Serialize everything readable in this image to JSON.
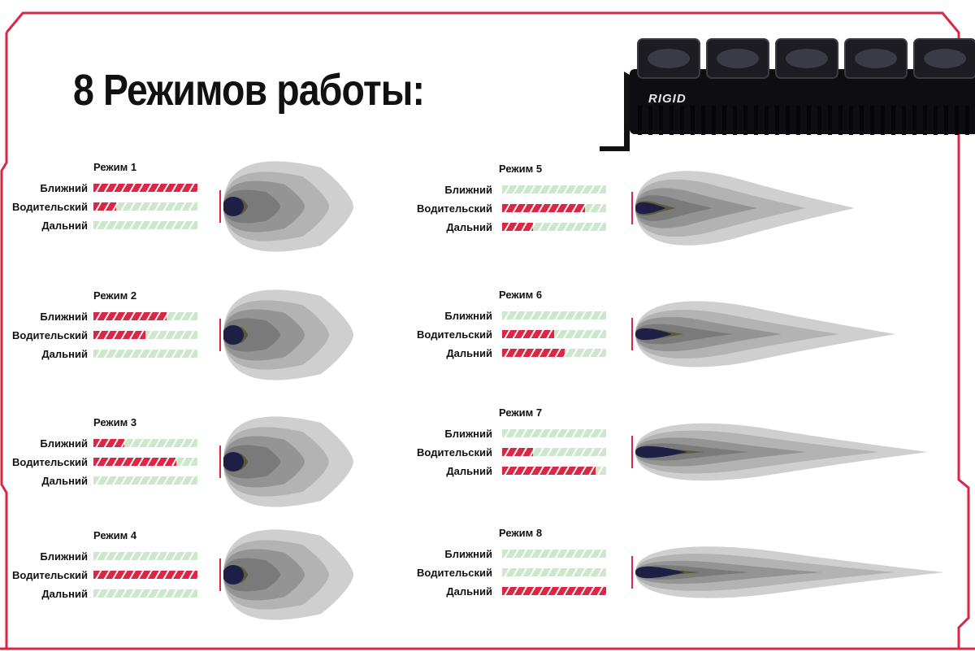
{
  "title": "8 Режимов работы:",
  "product": {
    "brand": "RIGID"
  },
  "colors": {
    "accent": "#d92745",
    "bar_off": "#cde7cd",
    "beam_core": "#1f1f45",
    "beam_inner": "#5c5a3a",
    "beam_levels": [
      "#7a7a7a",
      "#949494",
      "#b3b3b3",
      "#cfcfcf"
    ]
  },
  "modes": [
    {
      "title": "Режим 1",
      "levels": {
        "low": 1.0,
        "driving": 0.22,
        "high": 0.0
      },
      "beam": "flood"
    },
    {
      "title": "Режим 2",
      "levels": {
        "low": 0.7,
        "driving": 0.5,
        "high": 0.0
      },
      "beam": "flood"
    },
    {
      "title": "Режим 3",
      "levels": {
        "low": 0.3,
        "driving": 0.8,
        "high": 0.0
      },
      "beam": "flood"
    },
    {
      "title": "Режим 4",
      "levels": {
        "low": 0.0,
        "driving": 1.0,
        "high": 0.0
      },
      "beam": "flood"
    },
    {
      "title": "Режим 5",
      "levels": {
        "low": 0.0,
        "driving": 0.8,
        "high": 0.3
      },
      "beam": "medium"
    },
    {
      "title": "Режим 6",
      "levels": {
        "low": 0.0,
        "driving": 0.5,
        "high": 0.6
      },
      "beam": "long"
    },
    {
      "title": "Режим 7",
      "levels": {
        "low": 0.0,
        "driving": 0.3,
        "high": 0.9
      },
      "beam": "longer"
    },
    {
      "title": "Режим 8",
      "levels": {
        "low": 0.0,
        "driving": 0.0,
        "high": 1.0
      },
      "beam": "spot"
    }
  ],
  "labels": {
    "low": "Ближний",
    "driving": "Водительский",
    "high": "Дальний"
  }
}
